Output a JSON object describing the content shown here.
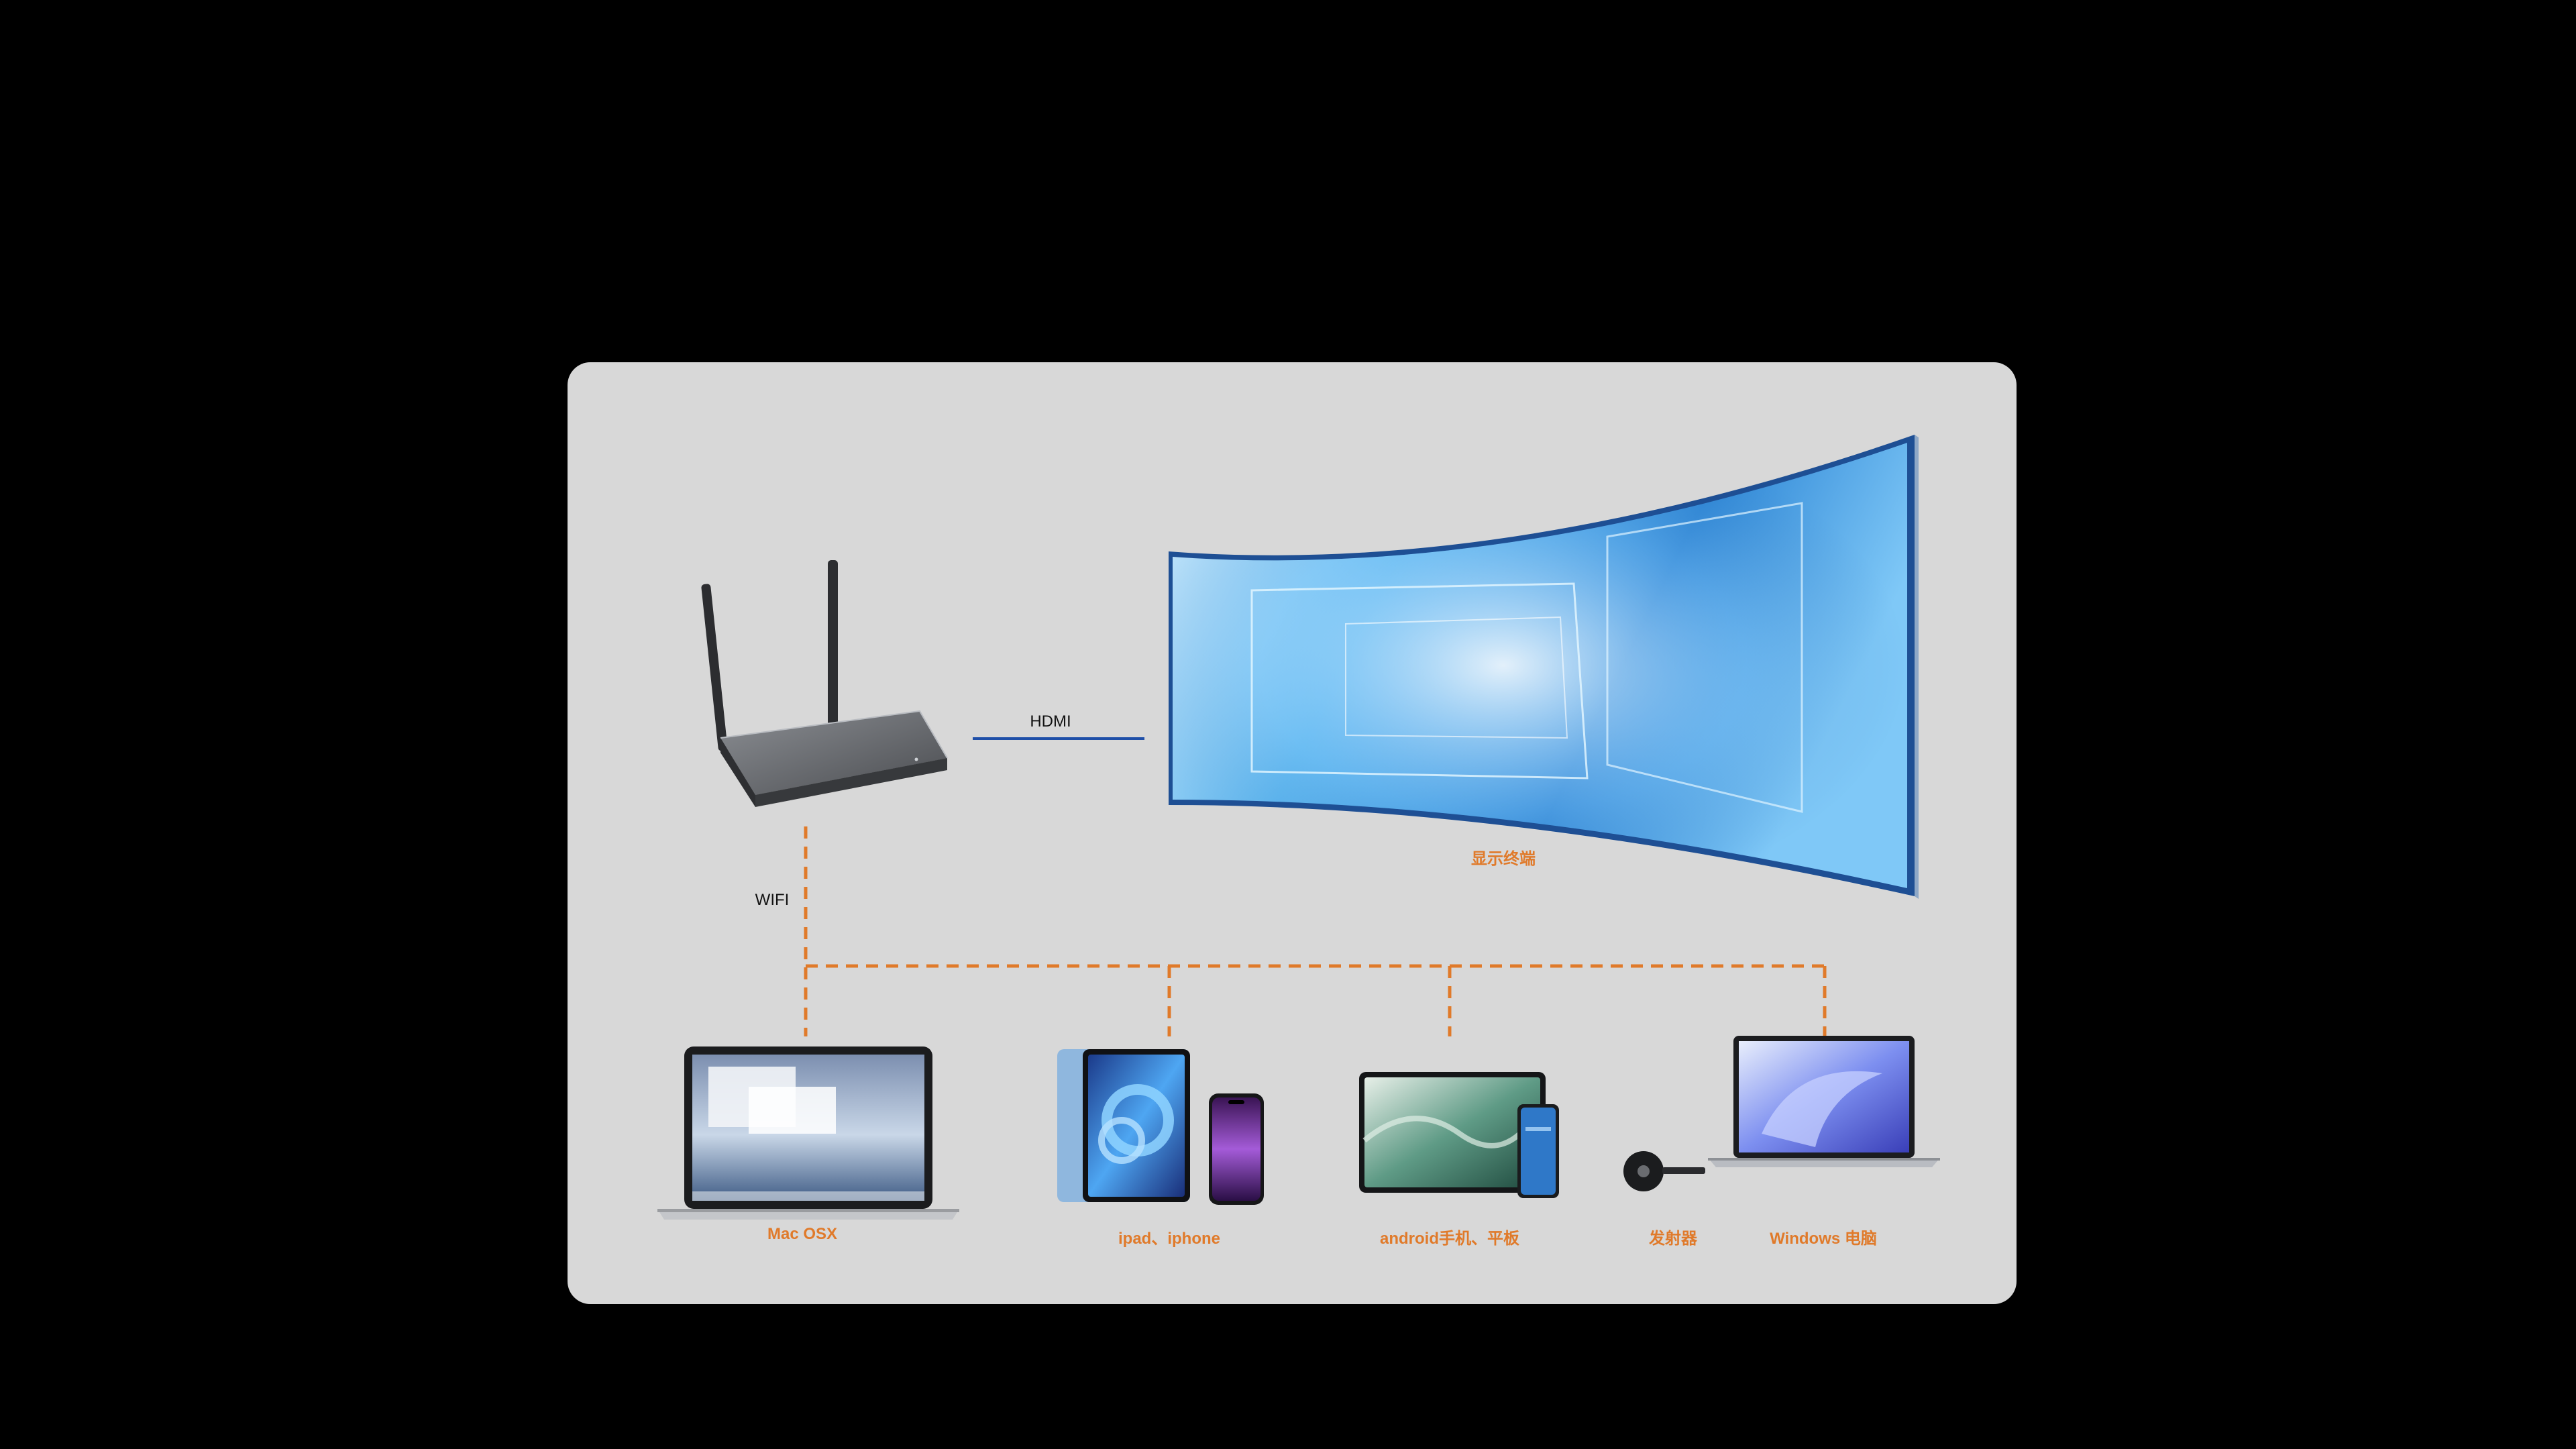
{
  "labels": {
    "hdmi": "HDMI",
    "wifi": "WIFI",
    "display": "显示终端",
    "mac": "Mac OSX",
    "ipad": "ipad、iphone",
    "android": "android手机、平板",
    "transmitter": "发射器",
    "windows": "Windows 电脑"
  },
  "colors": {
    "panel": "#d8d8d8",
    "hdmi_line": "#1f4fa8",
    "wifi_line": "#e07a2a",
    "device_label": "#e07a2a"
  }
}
